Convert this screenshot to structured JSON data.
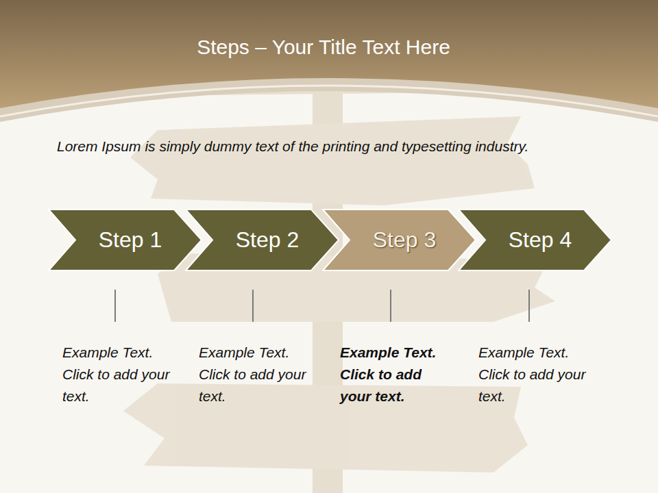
{
  "diagram": {
    "title": "Steps – Your Title Text Here",
    "nodes": [
      {
        "text": [
          "Step 1"
        ]
      },
      {
        "text": [
          "Step 2"
        ]
      },
      {
        "text": [
          "Step 3"
        ]
      },
      {
        "text": [
          "Step 4"
        ]
      }
    ],
    "labels": [
      "Lorem Ipsum is simply dummy text of the printing and typesetting industry.",
      "Example Text. Click to add your text.",
      "Example Text. Click to add your text.",
      "Example Text. Click to add your text.",
      "Example Text. Click to add your text."
    ]
  }
}
